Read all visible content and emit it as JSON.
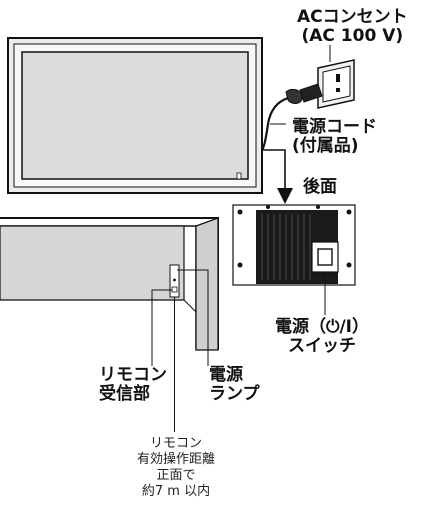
{
  "labels": {
    "ac_outlet_line1": "ACコンセント",
    "ac_outlet_line2": "(AC 100 V)",
    "power_cord_line1": "電源コード",
    "power_cord_line2": "(付属品)",
    "rear": "後面",
    "power_switch_line1": "電源（⏻/I）",
    "power_switch_line2": "スイッチ",
    "remote_receiver_line1": "リモコン",
    "remote_receiver_line2": "受信部",
    "power_lamp_line1": "電源",
    "power_lamp_line2": "ランプ",
    "range_note_line1": "リモコン",
    "range_note_line2": "有効操作距離",
    "range_note_line3": "正面で",
    "range_note_line4": "約7 m 以内"
  },
  "colors": {
    "line": "#111111",
    "frame_fill": "#e6e6e6",
    "screen_fill": "#dcdcdc",
    "bezel_fill": "#cfcfcf"
  },
  "icons": {
    "outlet": "outlet-icon",
    "plug": "plug-icon",
    "rear_panel": "rear-panel-icon",
    "power_switch": "power-switch-icon"
  }
}
